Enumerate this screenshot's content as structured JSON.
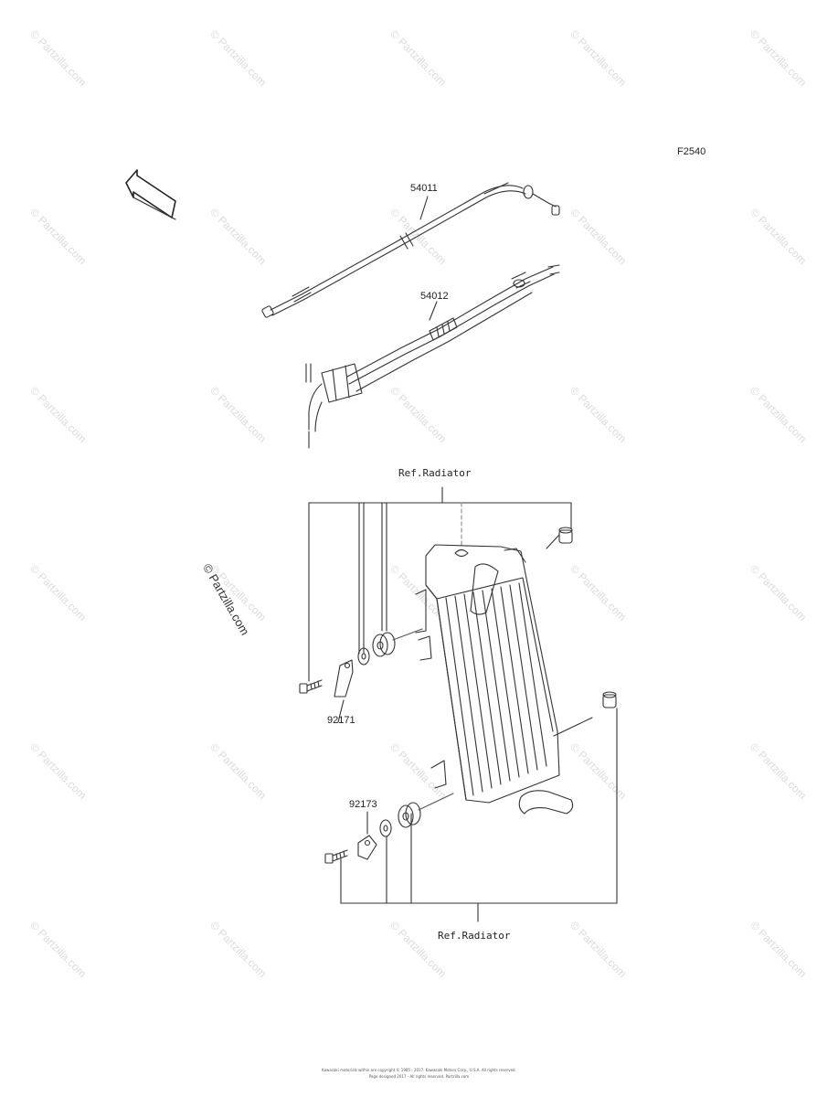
{
  "diagram_code": "F2540",
  "front_label": "FRONT",
  "parts": {
    "throttle_cable": "54011",
    "throttle_cable_2": "54012",
    "bracket_top": "92171",
    "bracket_bottom": "92173"
  },
  "ref_top": "Ref.Radiator",
  "ref_bottom": "Ref.Radiator",
  "watermark": "© Partzilla.com",
  "watermark_big": "© Partzilla.com",
  "footer_line1": "Kawasaki materials within are copyright © 1985 - 2017. Kawasaki Motors Corp., U.S.A. All rights reserved.",
  "footer_line2": "Page designed 2017 - All rights reserved. Partzilla.com"
}
